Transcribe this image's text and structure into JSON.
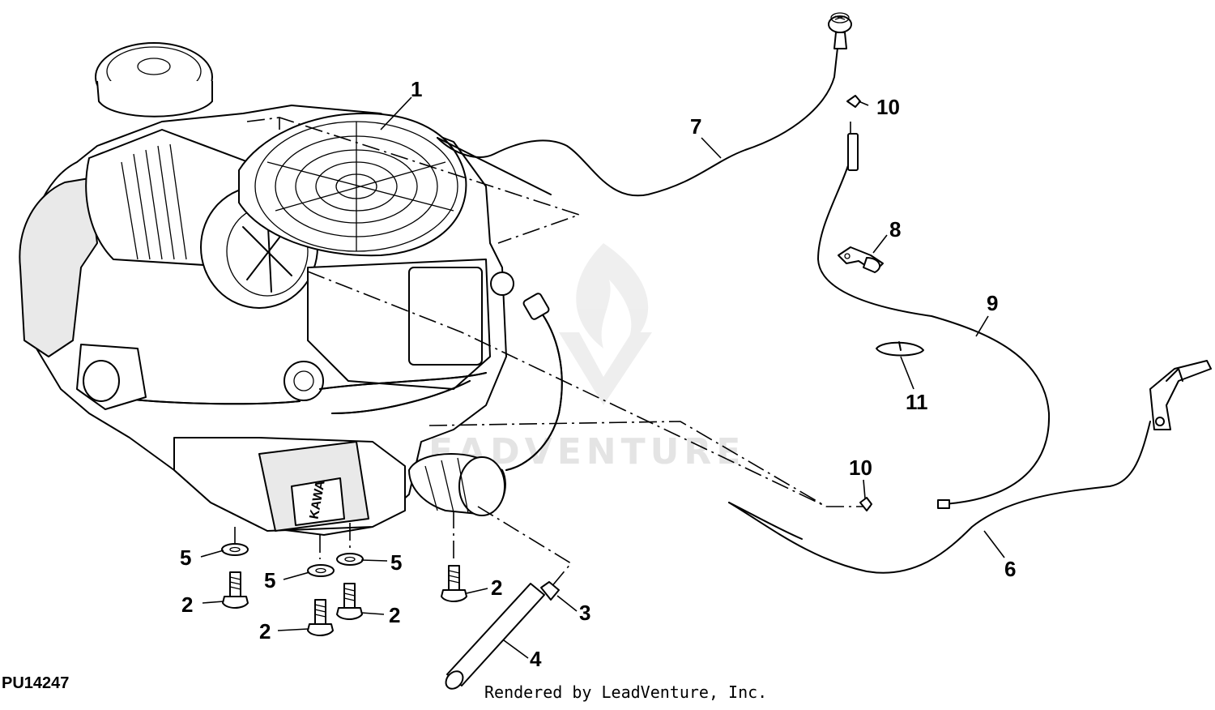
{
  "figure_id": "PU14247",
  "credit": "Rendered by LeadVenture, Inc.",
  "watermark": "LEADVENTURE",
  "callouts": [
    "1",
    "2",
    "3",
    "4",
    "5",
    "6",
    "7",
    "8",
    "9",
    "10",
    "11"
  ]
}
